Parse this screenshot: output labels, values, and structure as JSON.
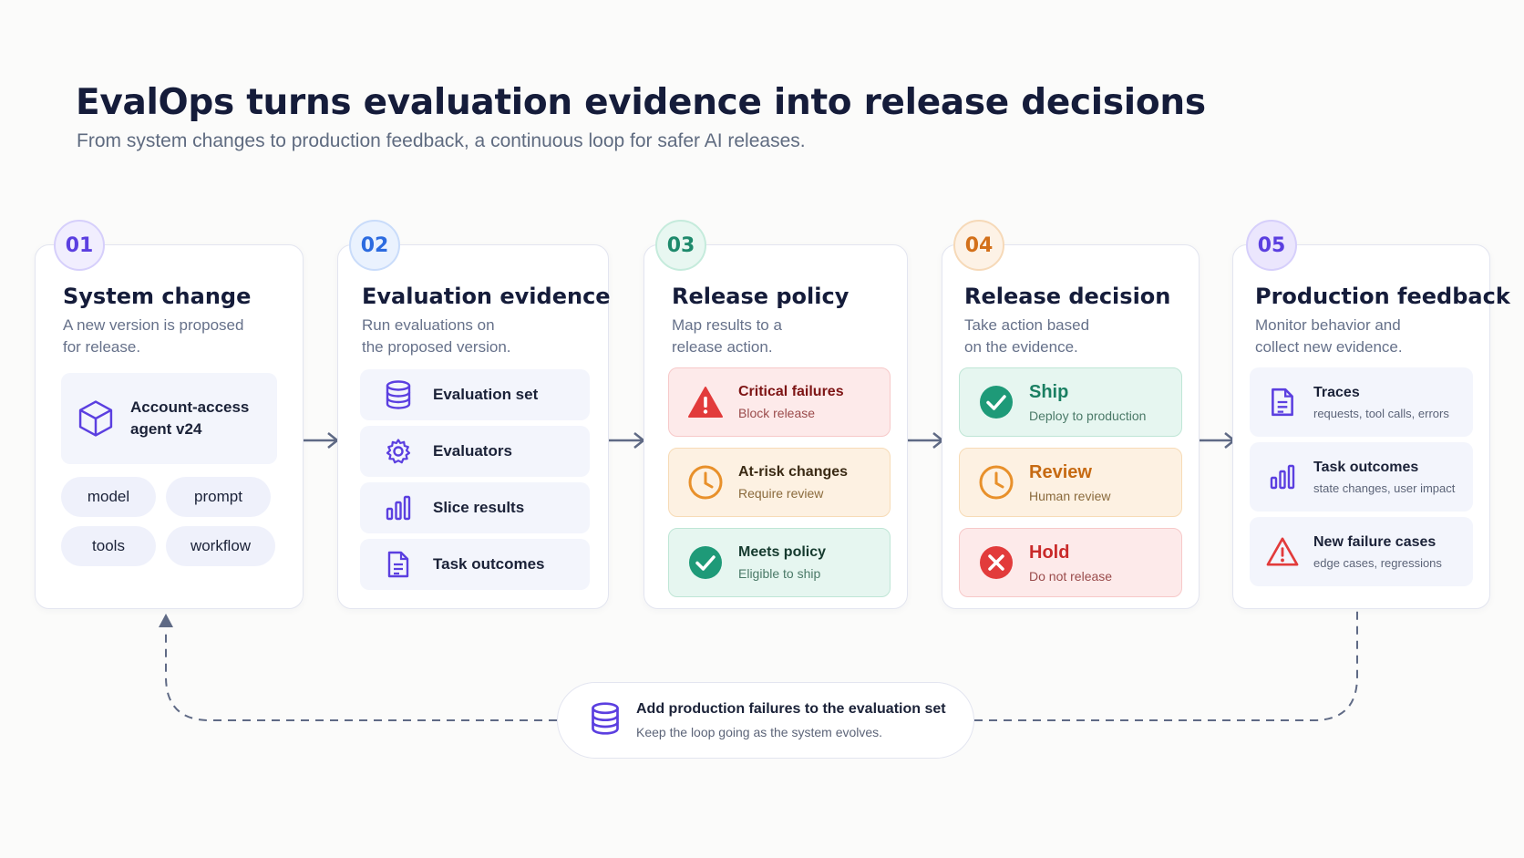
{
  "header": {
    "title": "EvalOps turns evaluation evidence into release decisions",
    "subtitle": "From system changes to production feedback, a continuous loop for safer AI releases."
  },
  "colors": {
    "step1": "#5b3fe0",
    "step2": "#2c6be0",
    "step3": "#1e9a78",
    "step4": "#e07a1c",
    "step5": "#6a45e6",
    "critical": "#e23b3b",
    "atrisk": "#e8902a",
    "success": "#1e9a78"
  },
  "steps": [
    {
      "number": "01",
      "title": "System change",
      "desc": [
        "A new version is proposed",
        "for release."
      ],
      "version": {
        "icon": "cube-icon",
        "line1": "Account-access",
        "line2": "agent v24"
      },
      "pills": [
        "model",
        "prompt",
        "tools",
        "workflow"
      ]
    },
    {
      "number": "02",
      "title": "Evaluation evidence",
      "desc": [
        "Run evaluations on",
        "the proposed version."
      ],
      "items": [
        {
          "icon": "database-icon",
          "label": "Evaluation set"
        },
        {
          "icon": "gear-icon",
          "label": "Evaluators"
        },
        {
          "icon": "bar-chart-icon",
          "label": "Slice results"
        },
        {
          "icon": "document-icon",
          "label": "Task outcomes"
        }
      ]
    },
    {
      "number": "03",
      "title": "Release policy",
      "desc": [
        "Map results to a",
        "release action."
      ],
      "items": [
        {
          "icon": "warning-icon",
          "label": "Critical failures",
          "sub": "Block release"
        },
        {
          "icon": "clock-icon",
          "label": "At-risk changes",
          "sub": "Require review"
        },
        {
          "icon": "check-circle-icon",
          "label": "Meets policy",
          "sub": "Eligible to ship"
        }
      ]
    },
    {
      "number": "04",
      "title": "Release decision",
      "desc": [
        "Take action based",
        "on the evidence."
      ],
      "items": [
        {
          "icon": "check-circle-icon",
          "label": "Ship",
          "sub": "Deploy to production"
        },
        {
          "icon": "clock-icon",
          "label": "Review",
          "sub": "Human review"
        },
        {
          "icon": "x-circle-icon",
          "label": "Hold",
          "sub": "Do not release"
        }
      ]
    },
    {
      "number": "05",
      "title": "Production feedback",
      "desc": [
        "Monitor behavior and",
        "collect new evidence."
      ],
      "items": [
        {
          "icon": "document-icon",
          "label": "Traces",
          "sub": "requests, tool calls, errors"
        },
        {
          "icon": "bar-chart-icon",
          "label": "Task outcomes",
          "sub": "state changes, user impact"
        },
        {
          "icon": "warning-icon",
          "label": "New failure cases",
          "sub": "edge cases, regressions"
        }
      ]
    }
  ],
  "loop": {
    "icon": "database-icon",
    "label": "Add production failures to the evaluation set",
    "sub": "Keep the loop going as the system evolves."
  }
}
